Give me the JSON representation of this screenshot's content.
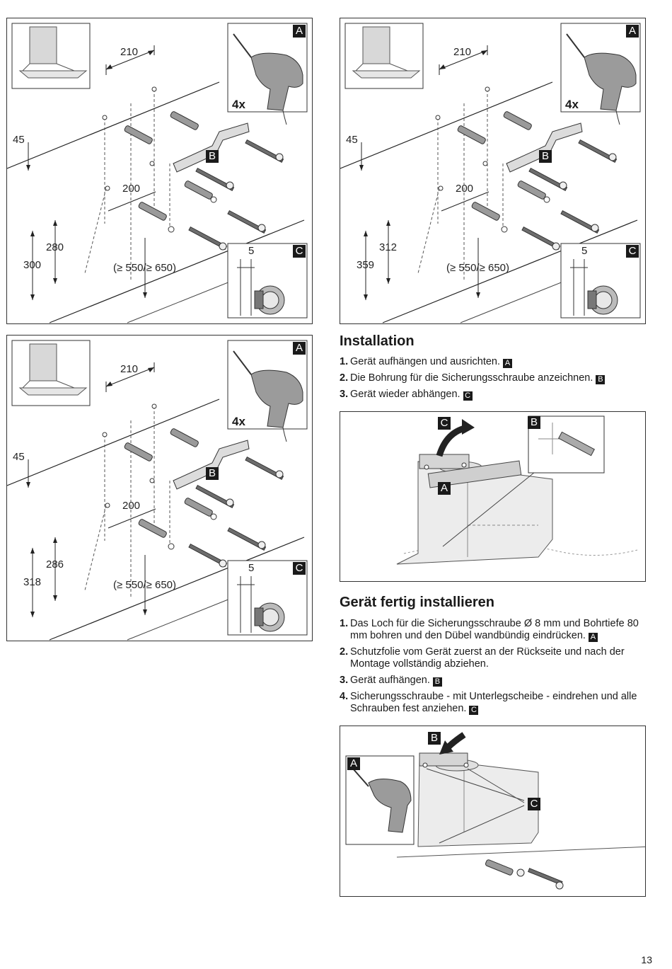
{
  "diagrams": [
    {
      "dim_top": "210",
      "dim_side": "45",
      "dim_mid": "200",
      "dim_a": "280",
      "dim_b": "300",
      "dim_range": "(≥ 550/≥ 650)",
      "dim_c": "5",
      "count": "4x",
      "tag_a": "A",
      "tag_b": "B",
      "tag_c": "C"
    },
    {
      "dim_top": "210",
      "dim_side": "45",
      "dim_mid": "200",
      "dim_a": "312",
      "dim_b": "359",
      "dim_range": "(≥ 550/≥ 650)",
      "dim_c": "5",
      "count": "4x",
      "tag_a": "A",
      "tag_b": "B",
      "tag_c": "C"
    },
    {
      "dim_top": "210",
      "dim_side": "45",
      "dim_mid": "200",
      "dim_a": "286",
      "dim_b": "318",
      "dim_range": "(≥ 550/≥ 650)",
      "dim_c": "5",
      "count": "4x",
      "tag_a": "A",
      "tag_b": "B",
      "tag_c": "C"
    }
  ],
  "installation": {
    "title": "Installation",
    "steps": [
      {
        "num": "1.",
        "text": "Gerät aufhängen und ausrichten.",
        "tag": "A"
      },
      {
        "num": "2.",
        "text": "Die Bohrung für die Sicherungsschraube anzeichnen.",
        "tag": "B"
      },
      {
        "num": "3.",
        "text": "Gerät wieder abhängen.",
        "tag": "C"
      }
    ],
    "figure": {
      "tag_c": "C",
      "tag_b": "B",
      "tag_a": "A"
    }
  },
  "finish": {
    "title": "Gerät fertig installieren",
    "steps": [
      {
        "num": "1.",
        "text": "Das Loch für die Sicherungsschraube Ø 8 mm und Bohrtiefe 80 mm bohren und den Dübel wandbündig eindrücken.",
        "tag": "A"
      },
      {
        "num": "2.",
        "text": "Schutzfolie vom Gerät zuerst an der Rückseite und nach der Montage vollständig abziehen.",
        "tag": ""
      },
      {
        "num": "3.",
        "text": "Gerät aufhängen.",
        "tag": "B"
      },
      {
        "num": "4.",
        "text": "Sicherungsschraube - mit Unterlegscheibe - eindrehen und alle Schrauben fest anziehen.",
        "tag": "C"
      }
    ],
    "figure": {
      "tag_b": "B",
      "tag_a": "A",
      "tag_c": "C"
    }
  },
  "page_number": "13"
}
